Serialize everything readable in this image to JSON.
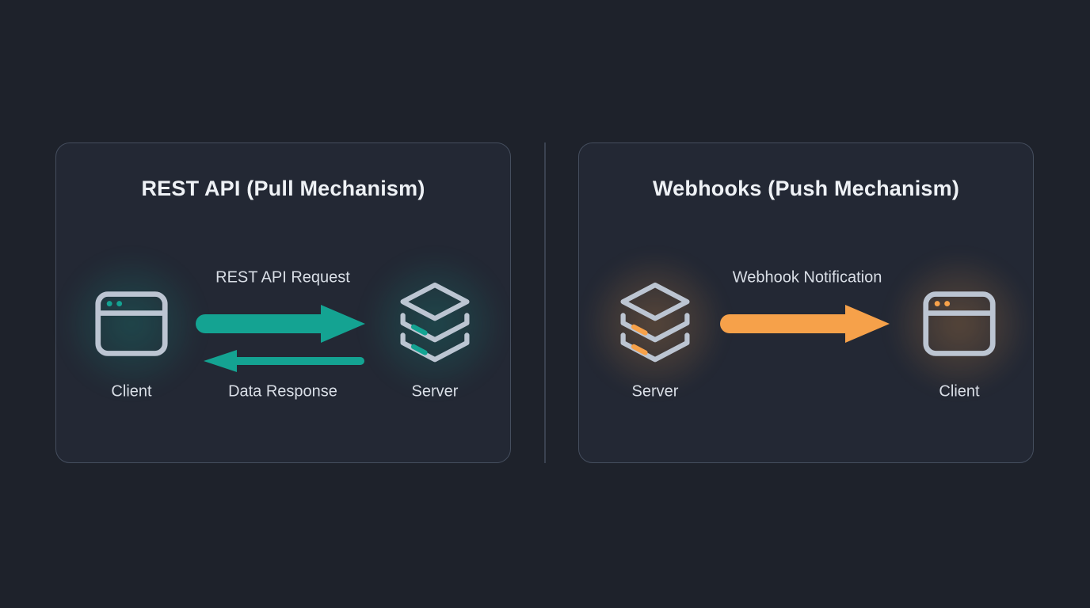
{
  "colors": {
    "bg": "#1e222b",
    "teal": "#14a392",
    "orange": "#f6a14a",
    "icon_stroke": "#bcc5d2"
  },
  "panels": [
    {
      "title": "REST API (Pull Mechanism)",
      "accent": "#14a392",
      "left_label": "Client",
      "right_label": "Server",
      "request_label": "REST API Request",
      "response_label": "Data Response"
    },
    {
      "title": "Webhooks (Push Mechanism)",
      "accent": "#f6a14a",
      "left_label": "Server",
      "right_label": "Client",
      "request_label": "Webhook Notification"
    }
  ]
}
